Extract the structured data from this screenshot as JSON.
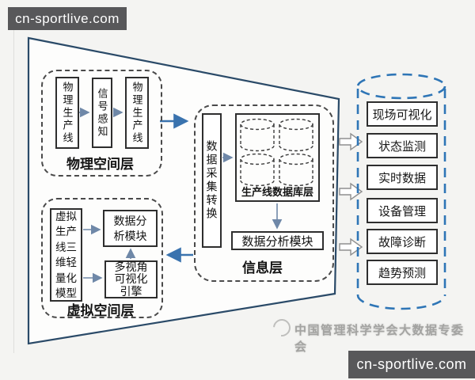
{
  "watermarks": {
    "top_left": "cn-sportlive.com",
    "bottom_right": "cn-sportlive.com"
  },
  "footer": {
    "org": "中国管理科学学会大数据专委会"
  },
  "physical_layer": {
    "label": "物理空间层",
    "boxes": [
      "物理生产线",
      "信号感知",
      "物理生产线"
    ]
  },
  "virtual_layer": {
    "label": "虚拟空间层",
    "model_box": "虚拟生产线三维轻量化模型",
    "analysis_box": "数据分析模块",
    "engine_box": "多视角可视化引擎"
  },
  "info_layer": {
    "label": "信息层",
    "collector_box": "数据采集转换",
    "database_label": "生产线数据库层",
    "analysis_box": "数据分析模块"
  },
  "application_cylinder": {
    "items": [
      "现场可视化",
      "状态监测",
      "实时数据",
      "设备管理",
      "故障诊断",
      "趋势预测"
    ]
  },
  "colors": {
    "cylinder_blue": "#2e75b6",
    "arrow_blue": "#3a73ae",
    "frame_navy": "#2a4a68",
    "watermark_bg": "#58585a",
    "footer_gray": "#a3a3a1"
  }
}
